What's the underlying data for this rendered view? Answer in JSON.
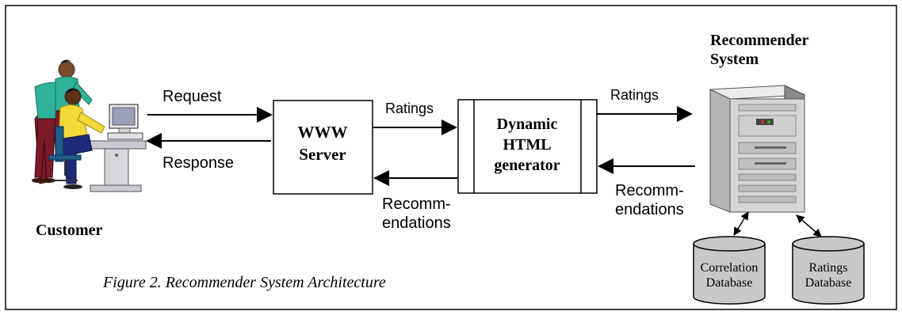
{
  "diagram": {
    "caption": "Figure 2. Recommender System Architecture",
    "customer_label": "Customer",
    "www_server": {
      "line1": "WWW",
      "line2": "Server"
    },
    "html_generator": {
      "line1": "Dynamic",
      "line2": "HTML",
      "line3": "generator"
    },
    "recommender_system": {
      "line1": "Recommender",
      "line2": "System"
    },
    "edges": {
      "request": "Request",
      "response": "Response",
      "ratings_to_generator": "Ratings",
      "recommendations_from_generator": {
        "line1": "Recomm-",
        "line2": "endations"
      },
      "ratings_to_recommender": "Ratings",
      "recommendations_from_recommender": {
        "line1": "Recomm-",
        "line2": "endations"
      }
    },
    "databases": [
      {
        "line1": "Correlation",
        "line2": "Database"
      },
      {
        "line1": "Ratings",
        "line2": "Database"
      }
    ],
    "colors": {
      "border": "#000000",
      "database_fill": "#c8c8c8",
      "server_light": "#d6d6d6",
      "server_dark": "#8a8a8a",
      "shirt_green": "#2db39a",
      "shirt_yellow": "#f3d93a",
      "pants_maroon": "#7a1a28",
      "pants_navy": "#1d2a7a",
      "desk": "#c9c9d2"
    }
  }
}
